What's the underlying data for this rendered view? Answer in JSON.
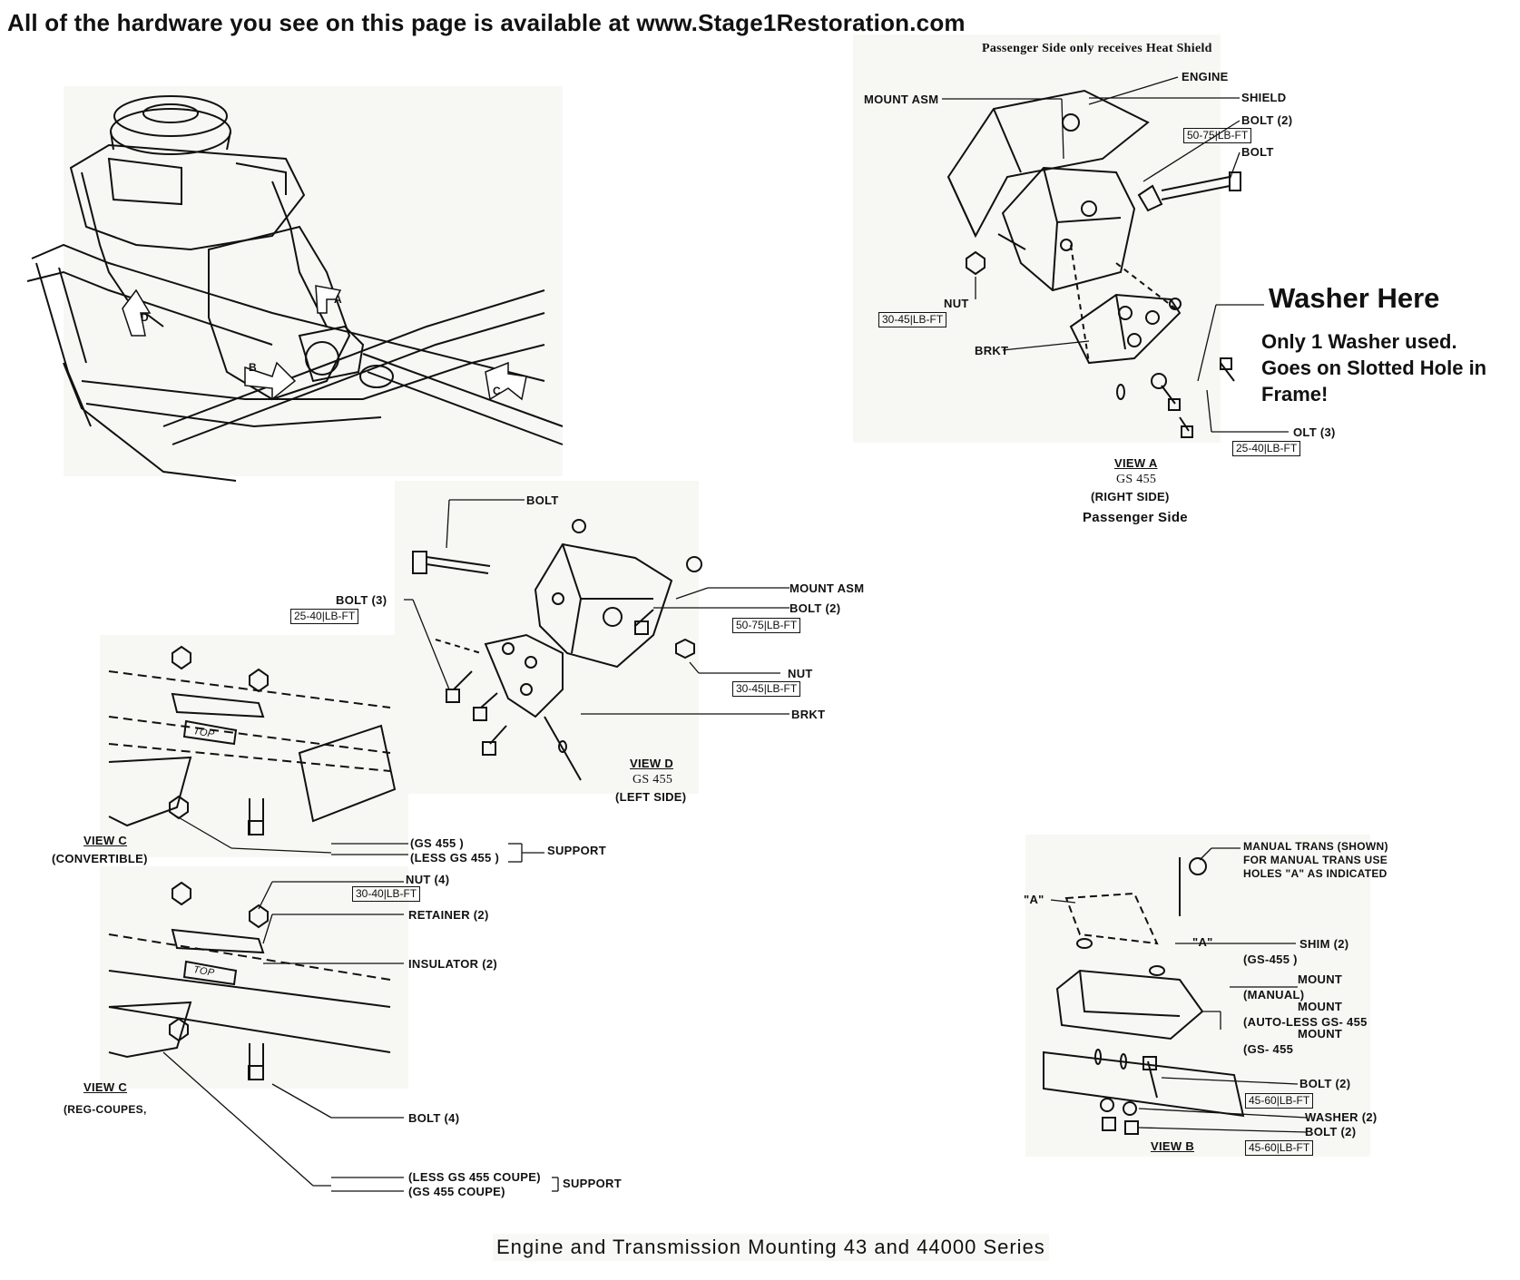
{
  "header": {
    "text": "All of the hardware you see on this page is available at www.Stage1Restoration.com"
  },
  "view_a": {
    "note_top": "Passenger Side only receives Heat Shield",
    "engine": "ENGINE",
    "mount_asm": "MOUNT ASM",
    "shield": "SHIELD",
    "bolt2": "BOLT (2)",
    "bolt2_torque": "50-75",
    "lbft": "LB-FT",
    "bolt": "BOLT",
    "nut": "NUT",
    "nut_torque": "30-45",
    "brkt": "BRKT",
    "bolt3": "OLT (3)",
    "bolt3_torque": "25-40",
    "title": "VIEW A",
    "model": "GS 455",
    "side": "(RIGHT SIDE)",
    "side_label": "Passenger Side",
    "washer_heading": "Washer Here",
    "washer_note": [
      "Only 1 Washer used.",
      "Goes on Slotted Hole in",
      "Frame!"
    ]
  },
  "overview": {
    "arrows": [
      "A",
      "B",
      "C",
      "D"
    ]
  },
  "view_d": {
    "bolt": "BOLT",
    "mount_asm": "MOUNT ASM",
    "bolt2": "BOLT (2)",
    "bolt2_torque": "50-75",
    "bolt3": "BOLT (3)",
    "bolt3_torque": "25-40",
    "nut": "NUT",
    "nut_torque": "30-45",
    "brkt": "BRKT",
    "lbft": "LB-FT",
    "title": "VIEW D",
    "model": "GS 455",
    "side": "(LEFT SIDE)"
  },
  "view_c_conv": {
    "title": "VIEW C",
    "subtitle": "(CONVERTIBLE)",
    "support_a": "(GS 455 )",
    "support_b": "(LESS GS 455 )",
    "support": "SUPPORT",
    "top_label": "TOP"
  },
  "view_c_coupe": {
    "nut4": "NUT (4)",
    "nut4_torque": "30-40",
    "lbft": "LB-FT",
    "retainer": "RETAINER (2)",
    "insulator": "INSULATOR (2)",
    "bolt4": "BOLT (4)",
    "title": "VIEW C",
    "subtitle": "(REG-COUPES,",
    "support_a": "(LESS GS 455 COUPE)",
    "support_b": "(GS 455 COUPE)",
    "support": "SUPPORT",
    "top_label": "TOP"
  },
  "view_b": {
    "manual_trans": [
      "MANUAL TRANS (SHOWN)",
      "FOR MANUAL TRANS USE",
      "HOLES \"A\" AS INDICATED"
    ],
    "a_label": "\"A\"",
    "shim": "SHIM (2)",
    "shim_sub": "(GS-455 )",
    "mount_manual": [
      "MOUNT",
      "(MANUAL)"
    ],
    "mount_auto": [
      "MOUNT",
      "(AUTO-LESS GS- 455"
    ],
    "mount_gs": [
      "MOUNT",
      "(GS- 455"
    ],
    "bolt2a": "BOLT (2)",
    "torque_a": "45-60",
    "washer": "WASHER (2)",
    "bolt2b": "BOLT (2)",
    "torque_b": "45-60",
    "lbft": "LB-FT",
    "title": "VIEW B"
  },
  "footer": {
    "caption": "Engine and Transmission Mounting 43 and 44000 Series"
  }
}
